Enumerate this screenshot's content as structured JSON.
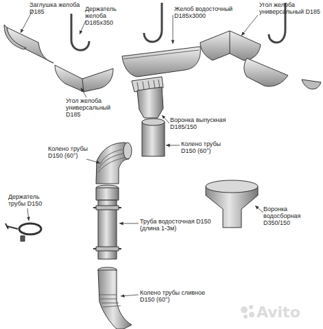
{
  "diagram": {
    "labels": [
      "Заглушка желоба D185",
      "Держатель желоба D185x350",
      "Желоб водосточный D185x3000",
      "Угол желоба универсальный D185",
      "Угол желоба универсальный D185",
      "Воронка выпускная D185/150",
      "Колено трубы D150 (60°)",
      "Колено трубы D150 (60°)",
      "Держатель трубы D150",
      "Труба водосточная D150 (длина 1-3м)",
      "Воронка водосборная D350/150",
      "Колено трубы сливное D150 (60°)",
      "Avito"
    ]
  }
}
